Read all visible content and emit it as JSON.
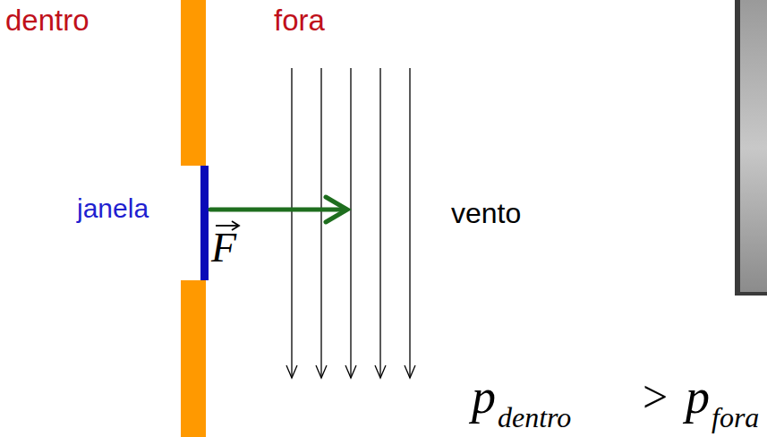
{
  "diagram": {
    "labels": [
      "dentro",
      "fora",
      "janela",
      "F",
      "vento",
      "p",
      "dentro",
      ">",
      "p",
      "fora"
    ]
  }
}
